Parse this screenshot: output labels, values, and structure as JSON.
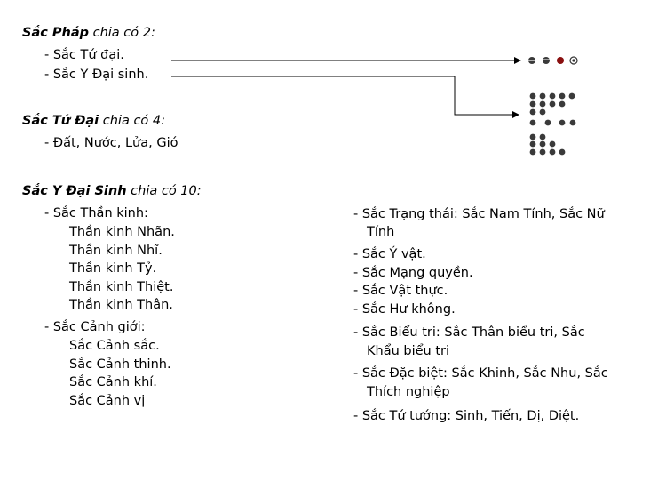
{
  "sections": {
    "sac_phap": {
      "title_bold": "Sắc Pháp",
      "title_rest": " chia có 2:",
      "items": [
        "- Sắc Tứ đại.",
        "- Sắc Y Đại sinh."
      ]
    },
    "sac_tu_dai": {
      "title_bold": "Sắc Tứ Đại",
      "title_rest": " chia có 4:",
      "items": [
        "- Đất, Nước, Lửa, Gió"
      ]
    },
    "sac_y_dai_sinh": {
      "title_bold": "Sắc Y Đại Sinh",
      "title_rest": " chia có 10:",
      "left": {
        "than_kinh_head": "- Sắc Thần kinh:",
        "than_kinh": [
          "Thần kinh Nhãn.",
          "Thần kinh Nhĩ.",
          "Thần kinh Tỷ.",
          "Thần kinh Thiệt.",
          "Thần kinh Thân."
        ],
        "canh_gioi_head": "- Sắc Cảnh giới:",
        "canh_gioi": [
          "Sắc Cảnh sắc.",
          "Sắc Cảnh thinh.",
          "Sắc Cảnh khí.",
          "Sắc Cảnh vị"
        ]
      },
      "right": {
        "trang_thai": [
          "- Sắc Trạng thái: Sắc Nam Tính, Sắc Nữ",
          "Tính"
        ],
        "y_vat": "- Sắc Ý vật.",
        "mang_quyen": "- Sắc Mạng quyền.",
        "vat_thuc": "- Sắc Vật thực.",
        "hu_khong": "- Sắc Hư không.",
        "bieu_tri": [
          "- Sắc Biểu tri: Sắc Thân biểu tri, Sắc",
          "Khẩu biểu tri"
        ],
        "dac_biet": [
          "- Sắc Đặc biệt: Sắc Khinh, Sắc Nhu, Sắc",
          "Thích nghiệp"
        ],
        "tu_tuong": "- Sắc Tứ tướng:  Sinh, Tiến, Dị, Diệt."
      }
    }
  },
  "colors": {
    "text": "#000000",
    "dot": "#3a3a3a",
    "dot_red": "#8a1010"
  },
  "icons": {
    "four_elements": "four-element-dots-icon",
    "derived_matter": "derived-matter-dot-grid-icon"
  }
}
